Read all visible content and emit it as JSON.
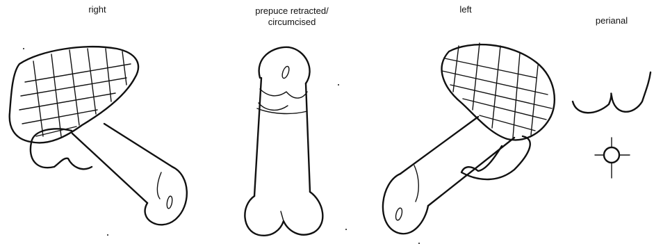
{
  "labels": {
    "right": "right",
    "prepuce": "prepuce retracted/\ncircumcised",
    "left": "left",
    "perianal": "perianal"
  }
}
